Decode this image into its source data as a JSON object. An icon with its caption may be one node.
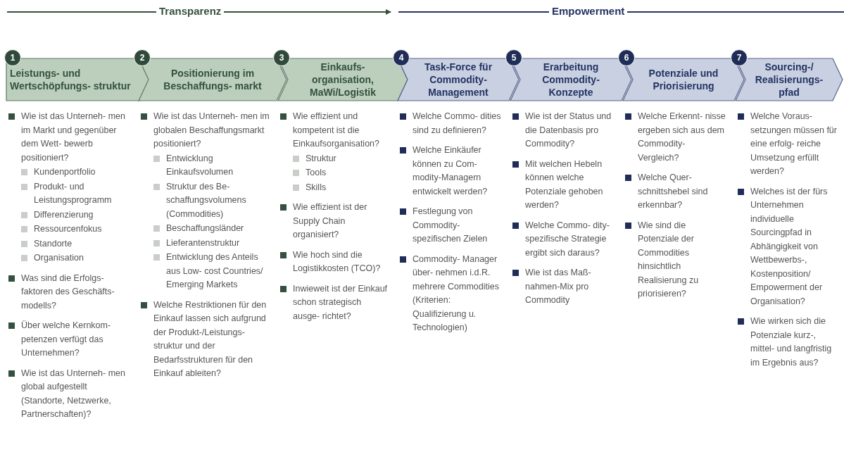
{
  "diagram": {
    "nodes": [
      {
        "text": [
          "1"
        ]
      },
      {
        "text": [
          "Leistungs- und Wertschöpfungs- struktur"
        ],
        "beside": [
          "Wie ist das Unterneh- men im Markt und gegenüber dem Wett- bewerb positioniert?",
          "Kundenportfolio",
          "Produkt- und Leistungsprogramm",
          "Differenzierung",
          "Ressourcenfokus",
          "Standorte",
          "Organisation",
          "Was sind die Erfolgs- faktoren des Geschäfts- modells?",
          "Über welche Kernkom- petenzen verfügt das Unternehmen?",
          "Wie ist das Unterneh- men global aufgestellt (Standorte, Netzwerke, Partnerschaften)?"
        ]
      },
      {
        "text": [
          "2"
        ]
      },
      {
        "text": [
          "Positionierung im Beschaffungs- markt"
        ],
        "beside": [
          "Wie ist das Unterneh- men im globalen Beschaffungsmarkt positioniert?",
          "Entwicklung Einkaufsvolumen",
          "Struktur des Be- schaffungsvolumens (Commodities)",
          "Beschaffungsländer",
          "Lieferantenstruktur",
          "Entwicklung des Anteils aus Low- cost Countries/ Emerging Markets",
          "Welche Restriktionen für den Einkauf lassen sich aufgrund der Produkt-/Leistungs- struktur und der Bedarfsstrukturen für den Einkauf ableiten?"
        ]
      },
      {
        "text": [
          "3"
        ]
      },
      {
        "text": [
          "Einkaufs- organisation, MaWi/Logistik"
        ],
        "beside": [
          "Wie effizient und kompetent ist die Einkaufsorganisation?",
          "Struktur",
          "Tools",
          "Skills",
          "Wie effizient ist der Supply Chain organisiert?",
          "Wie hoch sind die Logistikkosten (TCO)?",
          "Inwieweit ist der Einkauf schon strategisch ausge- richtet?"
        ]
      },
      {
        "text": [
          "4"
        ]
      },
      {
        "text": [
          "Task-Force für Commodity- Management"
        ],
        "beside": [
          "Welche Commo- dities sind zu definieren?",
          "Welche Einkäufer können zu Com- modity-Managern entwickelt werden?",
          "Festlegung von Commodity- spezifischen Zielen",
          "Commodity- Manager über- nehmen i.d.R. mehrere Commodities (Kriterien: Qualifizierung u. Technologien)"
        ]
      },
      {
        "text": [
          "5"
        ]
      },
      {
        "text": [
          "Erarbeitung Commodity- Konzepte"
        ],
        "beside": [
          "Wie ist der Status und die Datenbasis pro Commodity?",
          "Mit welchen Hebeln können welche Potenziale gehoben werden?",
          "Welche Commo- dity-spezifische Strategie ergibt sich daraus?",
          "Wie ist das Maß- nahmen-Mix pro Commodity"
        ]
      },
      {
        "text": [
          "6"
        ]
      },
      {
        "text": [
          "Potenziale und Priorisierung"
        ],
        "beside": [
          "Welche Erkennt- nisse ergeben sich aus dem Commodity- Vergleich?",
          "Welche Quer- schnittshebel sind erkennbar?",
          "Wie sind die Potenziale der Commodities hinsichtlich Realisierung zu priorisieren?"
        ]
      },
      {
        "text": [
          "7"
        ]
      },
      {
        "text": [
          "Sourcing-/ Realisierungs- pfad"
        ],
        "beside": [
          "Welche Voraus- setzungen müssen für eine erfolg- reiche Umsetzung erfüllt werden?",
          "Welches ist der fürs Unternehmen individuelle Sourcingpfad in Abhängigkeit von Wettbewerbs-, Kostenposition/ Empowerment der Organisation?",
          "Wie wirken sich die Potenziale kurz-, mittel- und langfristig im Ergebnis aus?"
        ]
      }
    ],
    "labels": [
      "Transparenz",
      "Empowerment"
    ]
  }
}
